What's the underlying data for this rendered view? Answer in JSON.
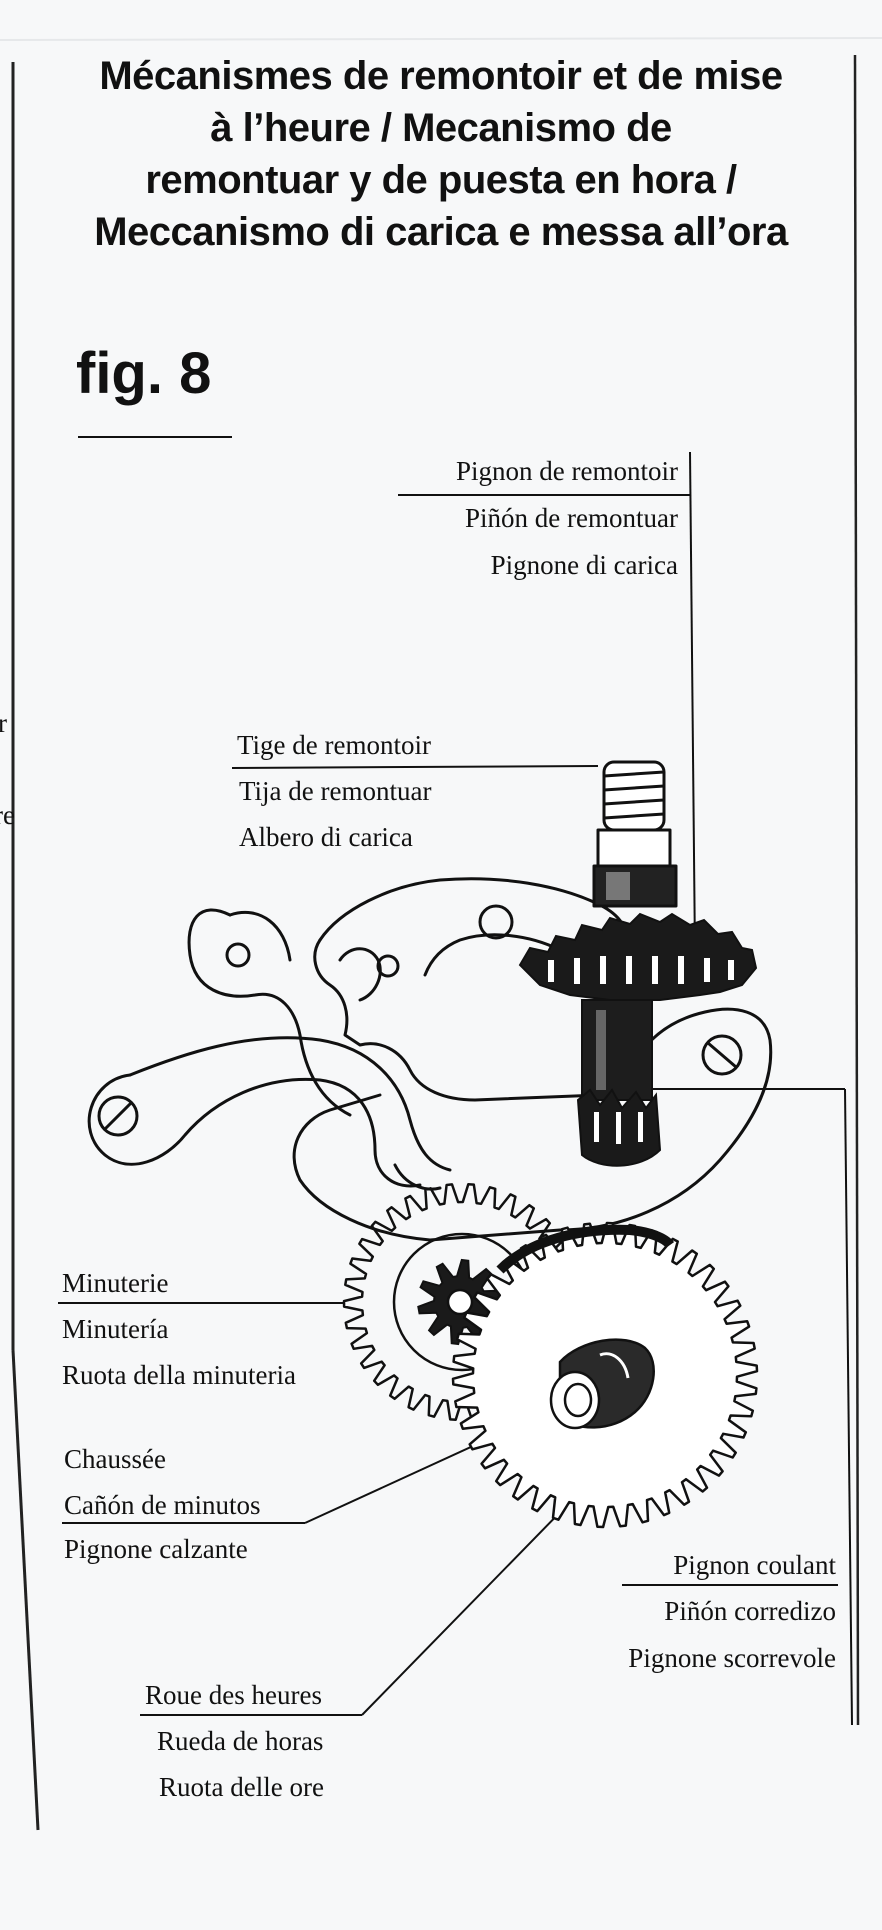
{
  "title_lines": [
    "Mécanismes de remontoir et de mise",
    "à l’heure / Mecanismo de",
    "remontuar y de puesta en hora /",
    "Meccanismo di carica e messa all’ora"
  ],
  "figure_label": "fig. 8",
  "margin_fragments": [
    "r",
    "re"
  ],
  "labels": {
    "winding_pinion": [
      "Pignon de remontoir",
      "Piñón de remontuar",
      "Pignone di carica"
    ],
    "winding_stem": [
      "Tige de remontoir",
      "Tija de remontuar",
      "Albero di carica"
    ],
    "minute_wheel": [
      "Minuterie",
      "Minutería",
      "Ruota della minuteria"
    ],
    "cannon_pinion": [
      "Chaussée",
      "Cañón de minutos",
      "Pignone calzante"
    ],
    "sliding_pinion": [
      "Pignon coulant",
      "Piñón corredizo",
      "Pignone scorrevole"
    ],
    "hour_wheel": [
      "Roue des heures",
      "Rueda de horas",
      "Ruota delle ore"
    ]
  }
}
